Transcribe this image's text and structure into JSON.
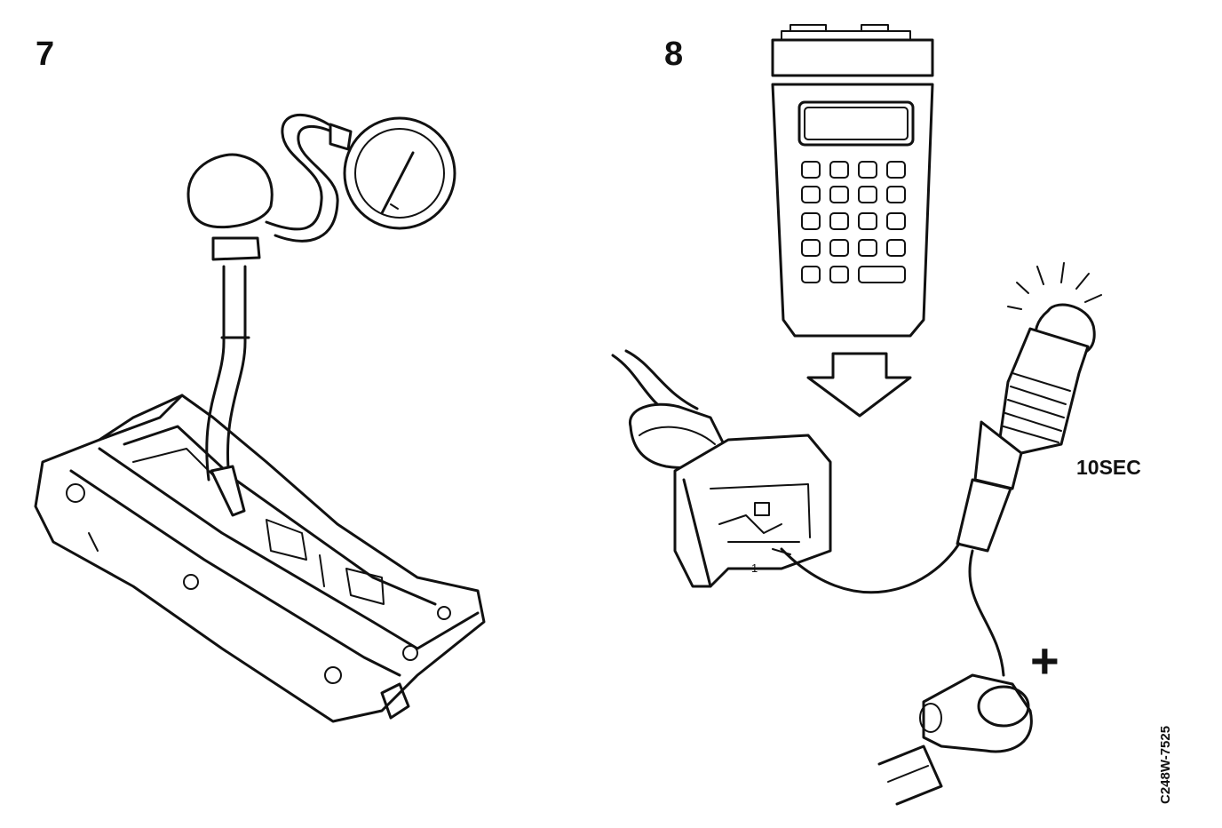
{
  "steps": [
    {
      "number": "7"
    },
    {
      "number": "8"
    }
  ],
  "labels": {
    "timer": "10SEC",
    "pin": "1",
    "polarity": "+",
    "figure_code": "C248W-7525"
  },
  "colors": {
    "ink": "#111111",
    "paper": "#ffffff"
  }
}
